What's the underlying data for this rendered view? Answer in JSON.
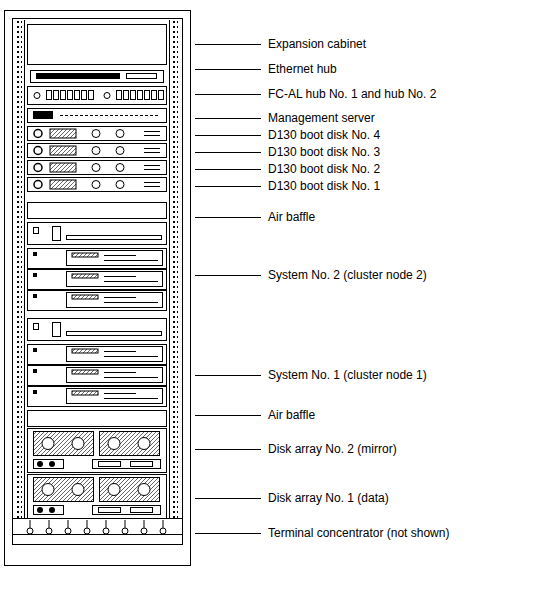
{
  "diagram": {
    "labels": [
      "Expansion cabinet",
      "Ethernet hub",
      "FC-AL hub No. 1 and hub No. 2",
      "Management server",
      "D130 boot disk No. 4",
      "D130 boot disk No. 3",
      "D130 boot disk No. 2",
      "D130 boot disk No. 1",
      "Air baffle",
      "System No. 2 (cluster node 2)",
      "System No. 1 (cluster node 1)",
      "Air baffle",
      "Disk array No. 2 (mirror)",
      "Disk array No. 1 (data)",
      "Terminal concentrator (not shown)"
    ]
  }
}
